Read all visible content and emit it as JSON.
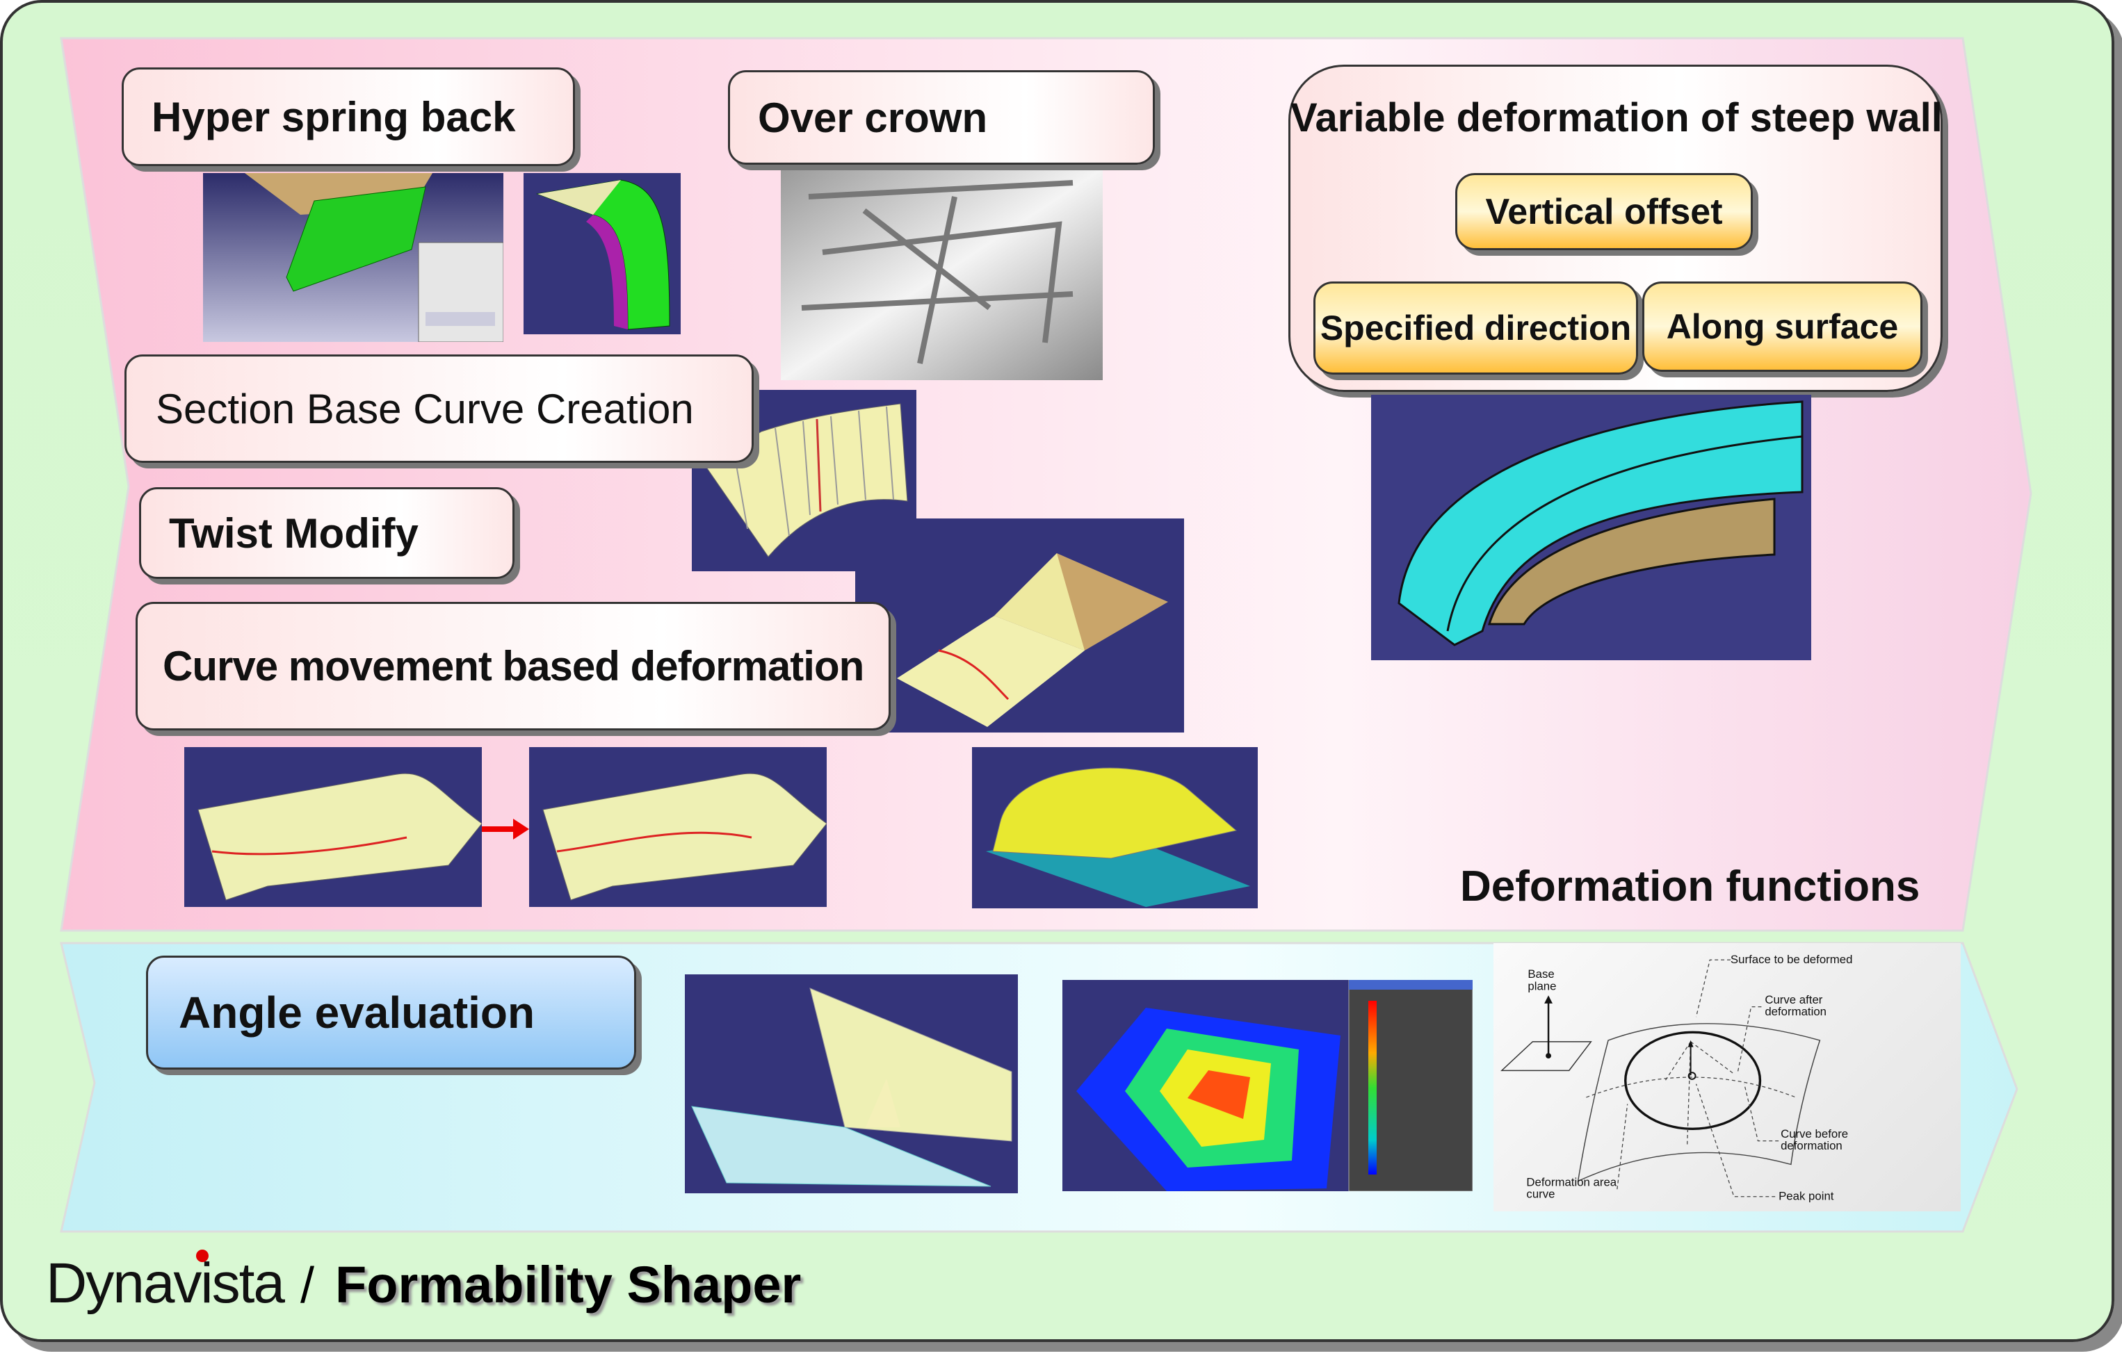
{
  "title": "Formability Shaper",
  "brand": "Dynavista",
  "separator": "/",
  "deformation": {
    "section_label": "Deformation functions",
    "hyper_spring_back": "Hyper spring back",
    "over_crown": "Over crown",
    "steep_wall": {
      "title": "Variable deformation of steep wall",
      "vertical_offset": "Vertical offset",
      "specified_direction": "Specified direction",
      "along_surface": "Along surface"
    },
    "section_base_curve": "Section Base Curve Creation",
    "twist_modify": "Twist Modify",
    "curve_movement": "Curve movement based deformation"
  },
  "evaluation": {
    "angle_evaluation": "Angle evaluation",
    "diagram": {
      "base_plane_1": "Base",
      "base_plane_2": "plane",
      "surface": "Surface to be deformed",
      "after_1": "Curve after",
      "after_2": "deformation",
      "before_1": "Curve before",
      "before_2": "deformation",
      "area_1": "Deformation area",
      "area_2": "curve",
      "peak": "Peak point"
    }
  },
  "colors": {
    "frame": "#d6f7d0",
    "pink": "#fcc9dc",
    "cyan": "#c9f5f7",
    "accent_red": "#e00000"
  }
}
